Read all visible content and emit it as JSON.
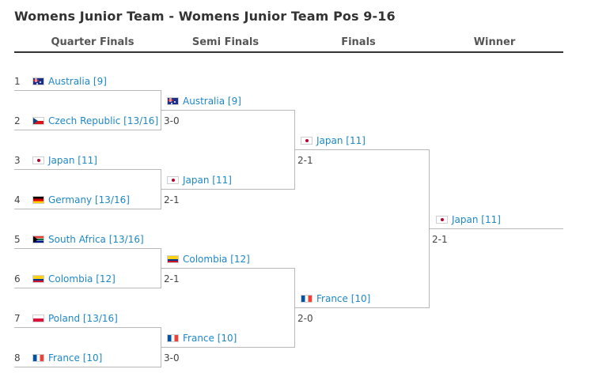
{
  "title": "Womens Junior Team - Womens Junior Team Pos 9-16",
  "columns": {
    "quarter": "Quarter Finals",
    "semi": "Semi Finals",
    "finals": "Finals",
    "winner": "Winner"
  },
  "quarter_finals": [
    {
      "seed": "1",
      "team": "Australia [9]",
      "flag": "australia-flag"
    },
    {
      "seed": "2",
      "team": "Czech Republic [13/16]",
      "flag": "czech-republic-flag"
    },
    {
      "seed": "3",
      "team": "Japan [11]",
      "flag": "japan-flag"
    },
    {
      "seed": "4",
      "team": "Germany [13/16]",
      "flag": "germany-flag"
    },
    {
      "seed": "5",
      "team": "South Africa [13/16]",
      "flag": "south-africa-flag"
    },
    {
      "seed": "6",
      "team": "Colombia [12]",
      "flag": "colombia-flag"
    },
    {
      "seed": "7",
      "team": "Poland [13/16]",
      "flag": "poland-flag"
    },
    {
      "seed": "8",
      "team": "France [10]",
      "flag": "france-flag"
    }
  ],
  "semi_finals": [
    {
      "team": "Australia [9]",
      "score": "3-0",
      "flag": "australia-flag"
    },
    {
      "team": "Japan [11]",
      "score": "2-1",
      "flag": "japan-flag"
    },
    {
      "team": "Colombia [12]",
      "score": "2-1",
      "flag": "colombia-flag"
    },
    {
      "team": "France [10]",
      "score": "3-0",
      "flag": "france-flag"
    }
  ],
  "finals": [
    {
      "team": "Japan [11]",
      "score": "2-1",
      "flag": "japan-flag"
    },
    {
      "team": "France [10]",
      "score": "2-0",
      "flag": "france-flag"
    }
  ],
  "winner": {
    "team": "Japan [11]",
    "score": "2-1",
    "flag": "japan-flag"
  }
}
